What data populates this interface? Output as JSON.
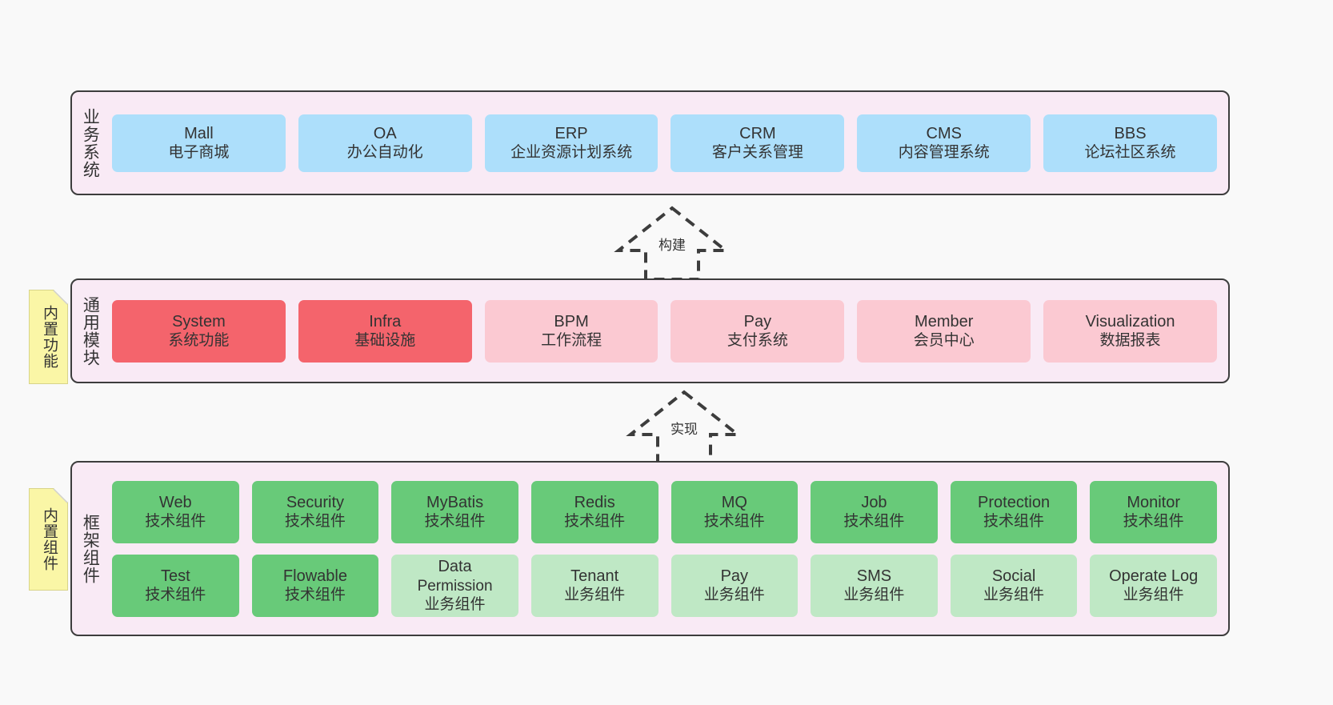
{
  "canvas": {
    "background": "#f9f9f9",
    "panel_fill": "#f9eaf5",
    "panel_border": "#3d3d3d",
    "note_fill": "#faf6a6",
    "colors": {
      "blue": "#addffb",
      "red": "#f4646c",
      "pink": "#fbc9d2",
      "green": "#68ca79",
      "light_green": "#bfe8c5"
    }
  },
  "notes": [
    {
      "label": "内置功能",
      "name": "builtin-function-note"
    },
    {
      "label": "内置组件",
      "name": "builtin-component-note"
    }
  ],
  "connectors": [
    {
      "label": "构建",
      "name": "build-arrow",
      "style": "dashed-hollow-triangle-up"
    },
    {
      "label": "实现",
      "name": "realize-arrow",
      "style": "dashed-hollow-triangle-up"
    }
  ],
  "layers": [
    {
      "id": "business",
      "title": "业务系统",
      "rows": [
        [
          {
            "t1": "Mall",
            "t2": "电子商城",
            "color": "blue"
          },
          {
            "t1": "OA",
            "t2": "办公自动化",
            "color": "blue"
          },
          {
            "t1": "ERP",
            "t2": "企业资源计划系统",
            "color": "blue"
          },
          {
            "t1": "CRM",
            "t2": "客户关系管理",
            "color": "blue"
          },
          {
            "t1": "CMS",
            "t2": "内容管理系统",
            "color": "blue"
          },
          {
            "t1": "BBS",
            "t2": "论坛社区系统",
            "color": "blue"
          }
        ]
      ]
    },
    {
      "id": "modules",
      "title": "通用模块",
      "rows": [
        [
          {
            "t1": "System",
            "t2": "系统功能",
            "color": "red"
          },
          {
            "t1": "Infra",
            "t2": "基础设施",
            "color": "red"
          },
          {
            "t1": "BPM",
            "t2": "工作流程",
            "color": "pink"
          },
          {
            "t1": "Pay",
            "t2": "支付系统",
            "color": "pink"
          },
          {
            "t1": "Member",
            "t2": "会员中心",
            "color": "pink"
          },
          {
            "t1": "Visualization",
            "t2": "数据报表",
            "color": "pink"
          }
        ]
      ]
    },
    {
      "id": "framework",
      "title": "框架组件",
      "rows": [
        [
          {
            "t1": "Web",
            "t2": "技术组件",
            "color": "green"
          },
          {
            "t1": "Security",
            "t2": "技术组件",
            "color": "green"
          },
          {
            "t1": "MyBatis",
            "t2": "技术组件",
            "color": "green"
          },
          {
            "t1": "Redis",
            "t2": "技术组件",
            "color": "green"
          },
          {
            "t1": "MQ",
            "t2": "技术组件",
            "color": "green"
          },
          {
            "t1": "Job",
            "t2": "技术组件",
            "color": "green"
          },
          {
            "t1": "Protection",
            "t2": "技术组件",
            "color": "green"
          },
          {
            "t1": "Monitor",
            "t2": "技术组件",
            "color": "green"
          }
        ],
        [
          {
            "t1": "Test",
            "t2": "技术组件",
            "color": "green"
          },
          {
            "t1": "Flowable",
            "t2": "技术组件",
            "color": "green"
          },
          {
            "t1": "Data",
            "t2": "Permission",
            "t3": "业务组件",
            "color": "light_green"
          },
          {
            "t1": "Tenant",
            "t2": "业务组件",
            "color": "light_green"
          },
          {
            "t1": "Pay",
            "t2": "业务组件",
            "color": "light_green"
          },
          {
            "t1": "SMS",
            "t2": "业务组件",
            "color": "light_green"
          },
          {
            "t1": "Social",
            "t2": "业务组件",
            "color": "light_green"
          },
          {
            "t1": "Operate Log",
            "t2": "业务组件",
            "color": "light_green"
          }
        ]
      ]
    }
  ]
}
